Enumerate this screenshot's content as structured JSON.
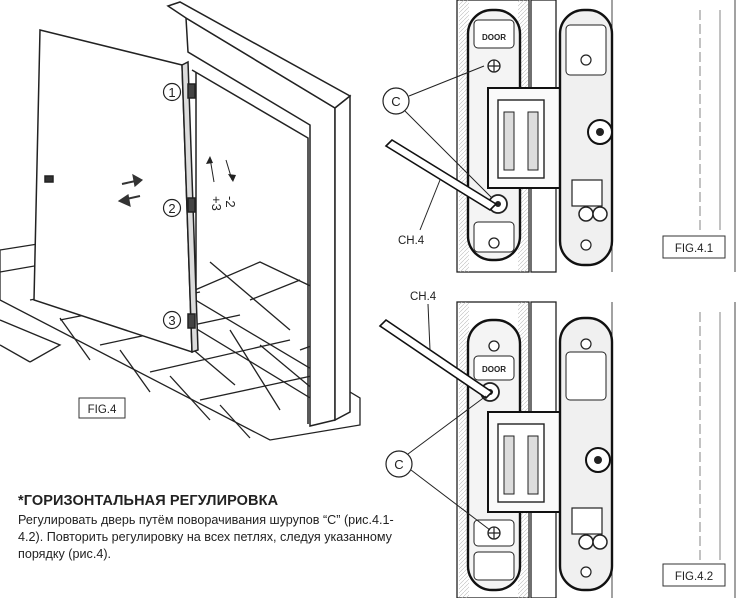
{
  "labels": {
    "circle_1": "1",
    "circle_2": "2",
    "circle_3": "3",
    "plus_three": "+3",
    "minus_two": "-2",
    "fig_4": "FIG.4",
    "fig_4_1": "FIG.4.1",
    "fig_4_2": "FIG.4.2",
    "callout_c_top": "C",
    "callout_c_bottom": "C",
    "tool_top": "CH.4",
    "tool_bottom": "CH.4",
    "hinge_door_text": "DOOR"
  },
  "text": {
    "heading": "*ГОРИЗОНТАЛЬНАЯ РЕГУЛИРОВКА",
    "body": "Регулировать дверь путём поворачивания шурупов “С” (рис.4.1-4.2). Повторить регулировку на всех петлях, следуя указанному порядку (рис.4)."
  }
}
